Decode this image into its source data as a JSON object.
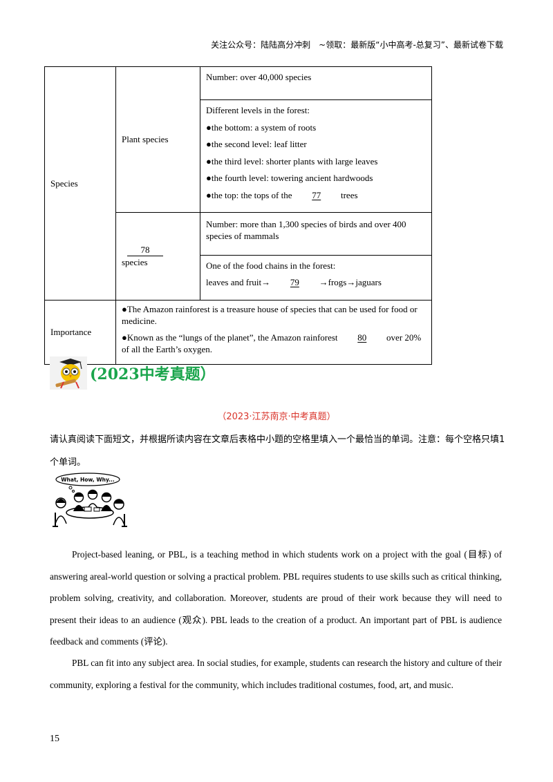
{
  "header_note": "关注公众号：陆陆高分冲刺　~领取：最新版“小中高考-总复习”、最新试卷下载",
  "table": {
    "species_label": "Species",
    "plant_label": "Plant species",
    "plant_number": "Number: over 40,000 species",
    "levels_title": "Different levels in the forest:",
    "levels": [
      "●the bottom: a system of roots",
      "●the second level: leaf litter",
      "●the third level: shorter plants with large leaves",
      "●the fourth level: towering ancient hardwoods"
    ],
    "top_level_before": "●the top: the tops of the",
    "blank_77": "77",
    "top_level_after": "trees",
    "blank_78": "78",
    "animal_species_word": "species",
    "animal_number": "Number: more than 1,300 species of birds and over 400 species of mammals",
    "food_chain_title": "One of the food chains in the forest:",
    "food_chain_before": "leaves and fruit→",
    "blank_79": "79",
    "food_chain_after": "→frogs→jaguars",
    "importance_label": "Importance",
    "importance_1": "●The Amazon rainforest is a treasure house of species that can be used for food or medicine.",
    "importance_2_before": "●Known as the “lungs of the planet”, the Amazon rainforest",
    "blank_80": "80",
    "importance_2_after": "over 20% of all the Earth’s oxygen."
  },
  "exam_title": "(2023中考真题）",
  "subtitle": "（2023·江苏南京·中考真题）",
  "instructions": "请认真阅读下面短文，并根据所读内容在文章后表格中小题的空格里填入一个最恰当的单词。注意：每个空格只填1个单词。",
  "illustration_bubble_text": "What, How, Why...",
  "paragraph_1": "Project-based leaning, or PBL, is a teaching method in which students work on a project with the goal (目标) of answering areal-world question or solving a practical problem. PBL requires students to use skills such as critical thinking, problem solving, creativity, and collaboration. Moreover, students are proud of their work because they will need to present their ideas to an audience (观众). PBL leads to the creation of a product. An important part of PBL is audience feedback and comments (评论).",
  "paragraph_2": "PBL can fit into any subject area. In social studies, for example, students can research the history and culture of their community, exploring a festival for the community, which includes traditional costumes, food, art, and music.",
  "page_number": "15",
  "colors": {
    "exam_title": "#1aa54c",
    "subtitle": "#d9342b"
  }
}
